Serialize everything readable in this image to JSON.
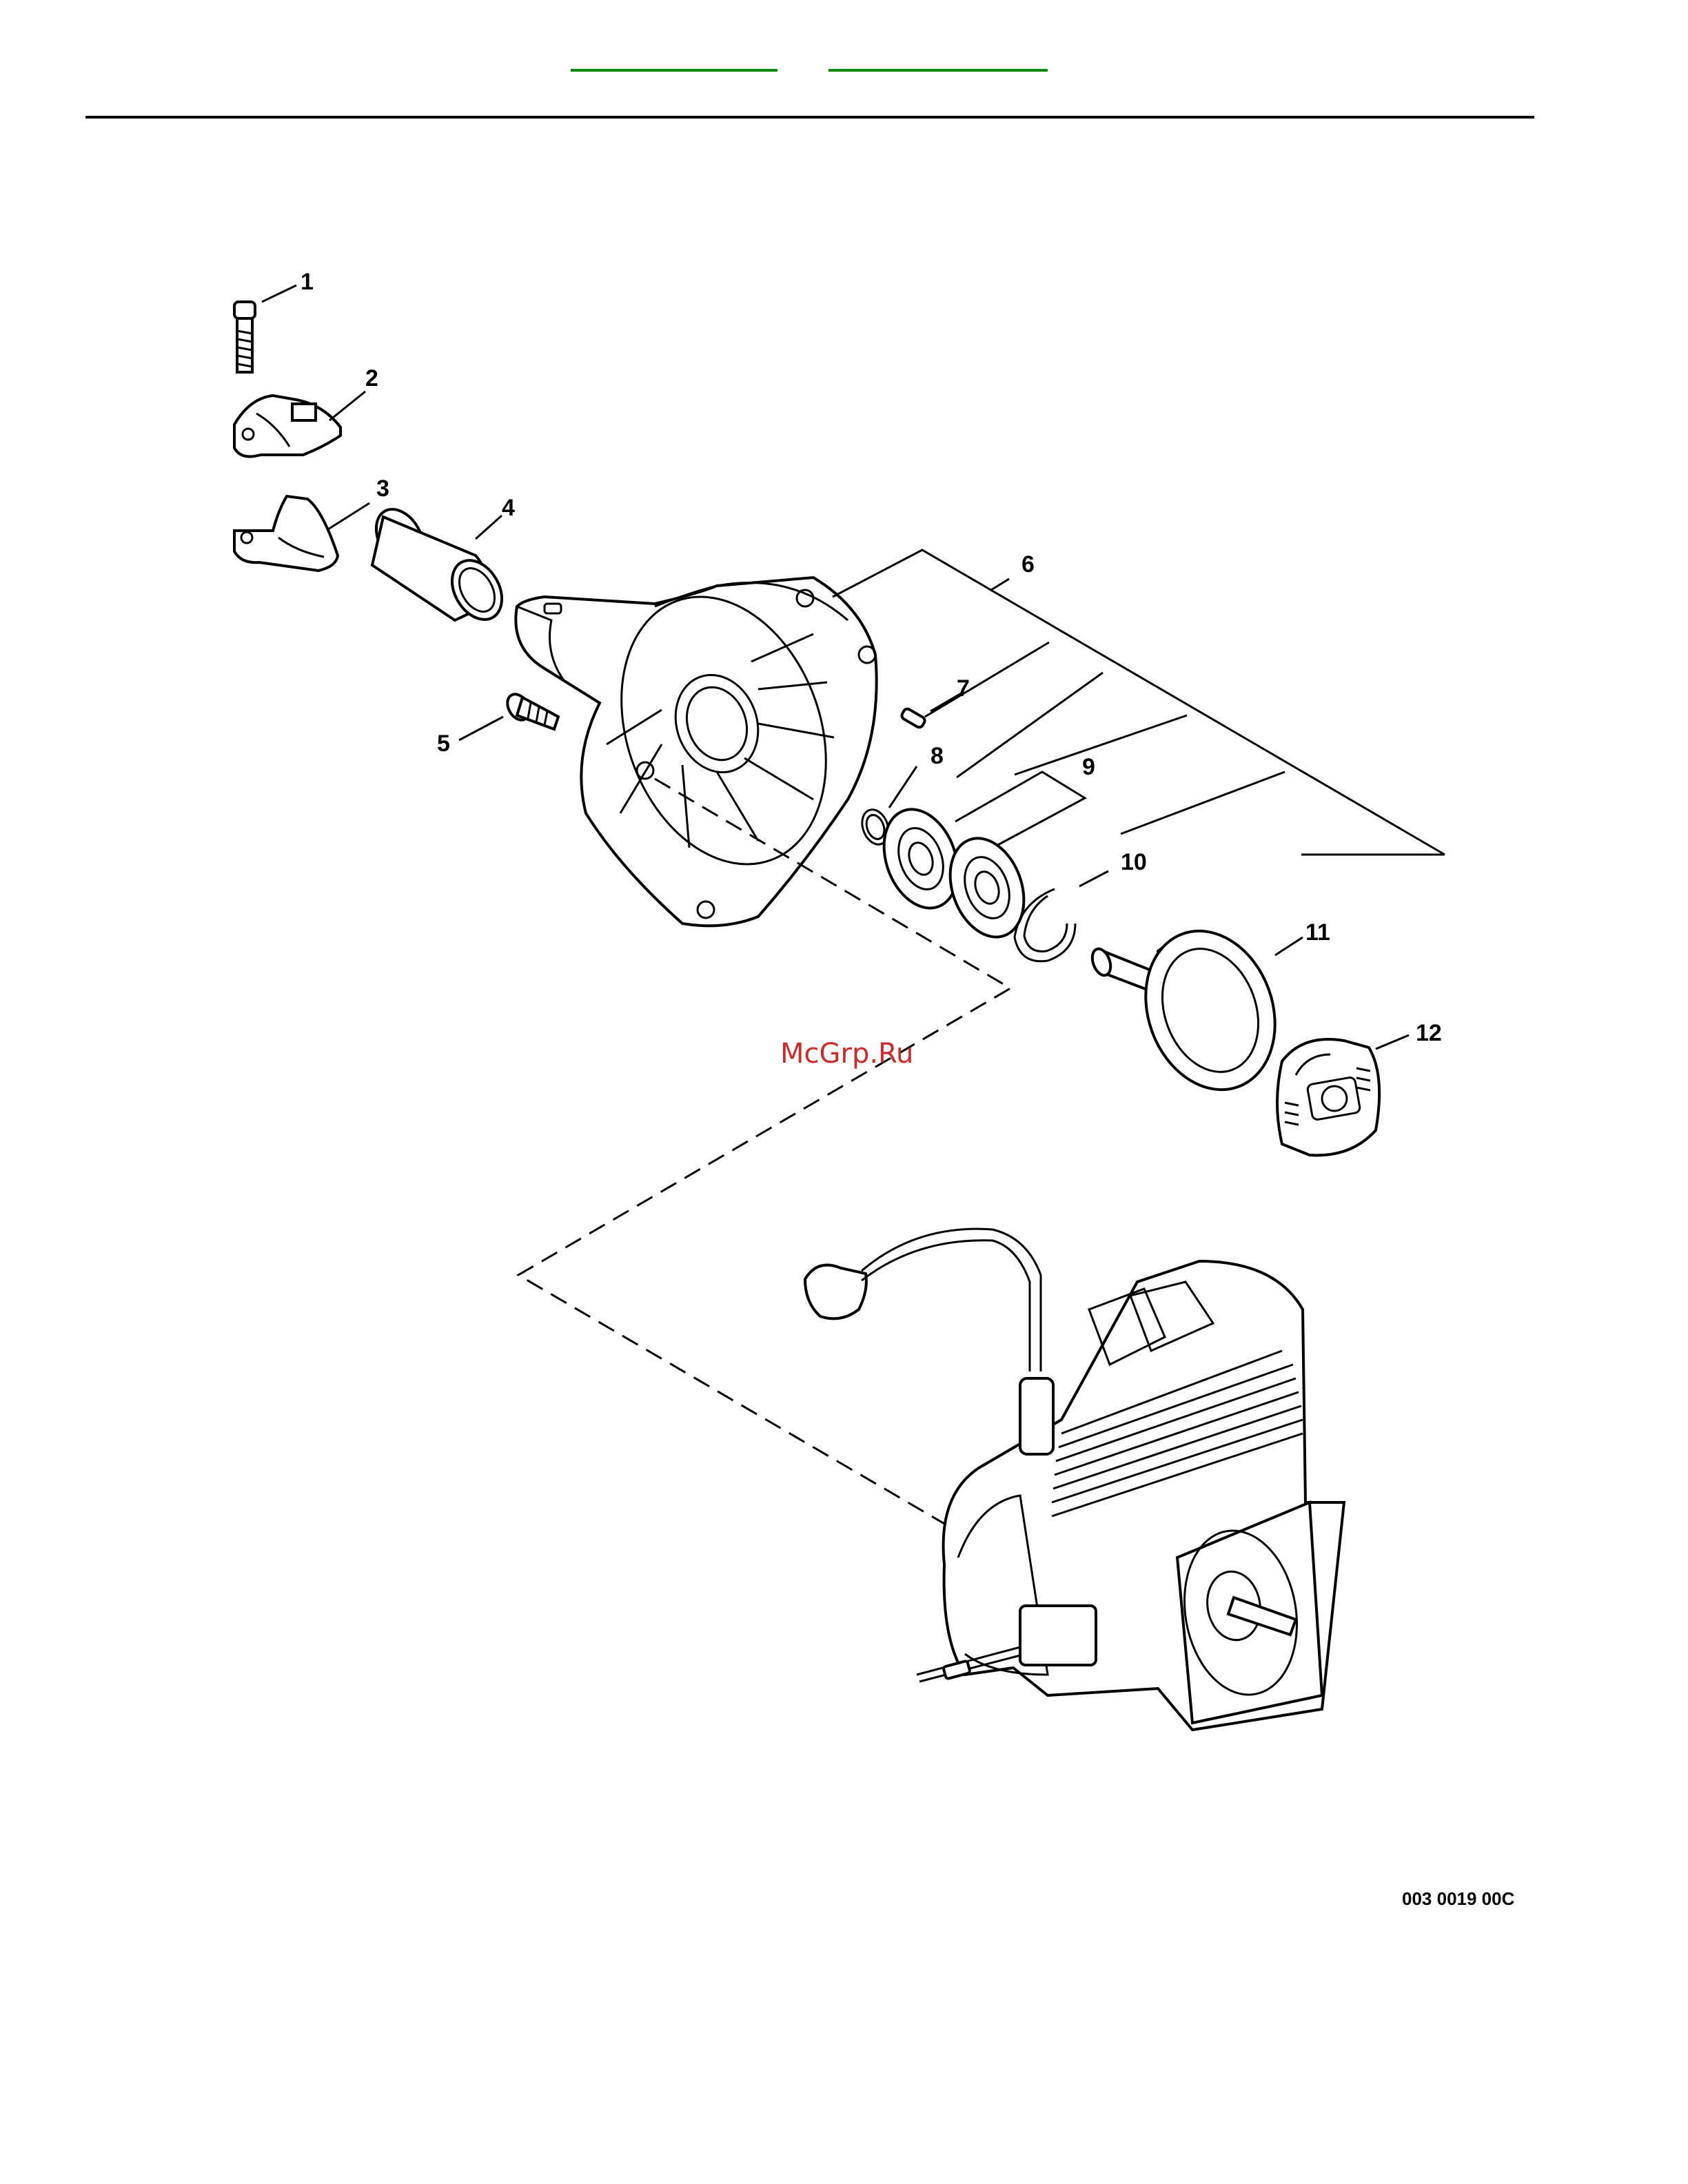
{
  "header": {
    "link_left": "",
    "link_right": ""
  },
  "watermark": "McGrp.Ru",
  "document_number": "003 0019 00C",
  "colors": {
    "link_green": "#0a8a0a",
    "watermark_red": "#cc2b2b",
    "line": "#000000"
  },
  "callouts": [
    {
      "id": "1",
      "label": "1"
    },
    {
      "id": "2",
      "label": "2"
    },
    {
      "id": "3",
      "label": "3"
    },
    {
      "id": "4",
      "label": "4"
    },
    {
      "id": "5",
      "label": "5"
    },
    {
      "id": "6",
      "label": "6"
    },
    {
      "id": "7",
      "label": "7"
    },
    {
      "id": "8",
      "label": "8"
    },
    {
      "id": "9",
      "label": "9"
    },
    {
      "id": "10",
      "label": "10"
    },
    {
      "id": "11",
      "label": "11"
    },
    {
      "id": "12",
      "label": "12"
    }
  ]
}
